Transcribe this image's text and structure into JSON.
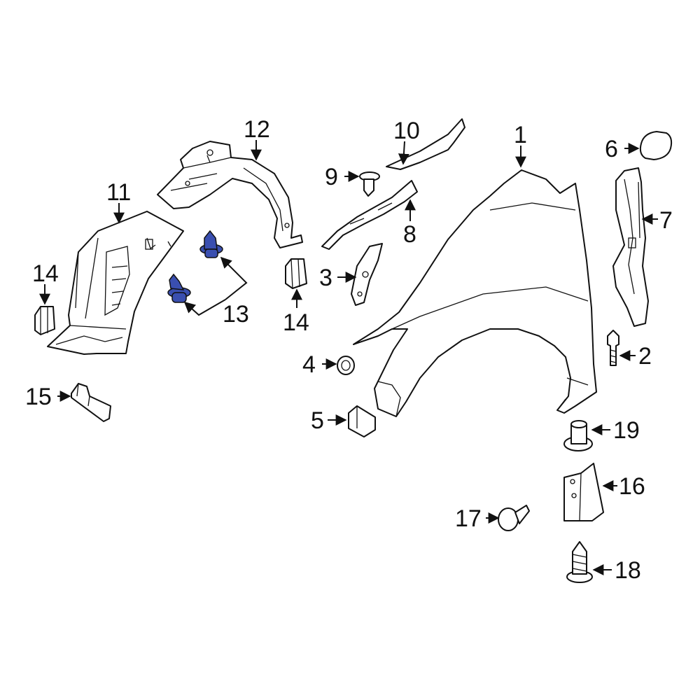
{
  "colors": {
    "line": "#111111",
    "background": "#ffffff",
    "highlight": "#3a4fb0"
  },
  "callouts": {
    "c1": "1",
    "c2": "2",
    "c3": "3",
    "c4": "4",
    "c5": "5",
    "c6": "6",
    "c7": "7",
    "c8": "8",
    "c9": "9",
    "c10": "10",
    "c11": "11",
    "c12": "12",
    "c13": "13",
    "c14a": "14",
    "c14b": "14",
    "c15": "15",
    "c16": "16",
    "c17": "17",
    "c18": "18",
    "c19": "19"
  }
}
